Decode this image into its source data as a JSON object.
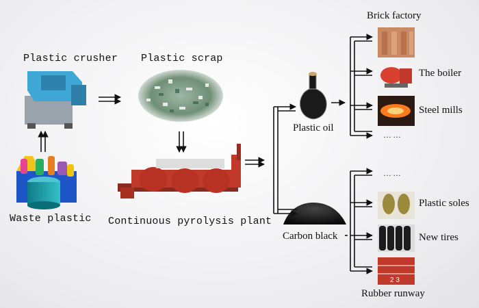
{
  "nodes": {
    "plastic_crusher": "Plastic crusher",
    "plastic_scrap": "Plastic scrap",
    "waste_plastic": "Waste plastic",
    "pyrolysis_plant": "Continuous pyrolysis plant",
    "plastic_oil": "Plastic oil",
    "carbon_black": "Carbon black"
  },
  "oil_uses": [
    {
      "label": "Brick factory",
      "icon": "brick-icon"
    },
    {
      "label": "The boiler",
      "icon": "boiler-icon"
    },
    {
      "label": "Steel mills",
      "icon": "steel-mill-icon"
    },
    {
      "label": "……",
      "icon": ""
    }
  ],
  "carbon_uses": [
    {
      "label": "……",
      "icon": ""
    },
    {
      "label": "Plastic soles",
      "icon": "shoe-sole-icon"
    },
    {
      "label": "New tires",
      "icon": "tires-icon"
    },
    {
      "label": "Rubber runway",
      "icon": "running-track-icon"
    }
  ],
  "colors": {
    "arrow": "#111111",
    "machine_red": "#c0392b",
    "crusher_blue": "#3fa7d6",
    "oil": "#1a1a1a",
    "brick": "#c98a63",
    "track": "#c0392b"
  }
}
